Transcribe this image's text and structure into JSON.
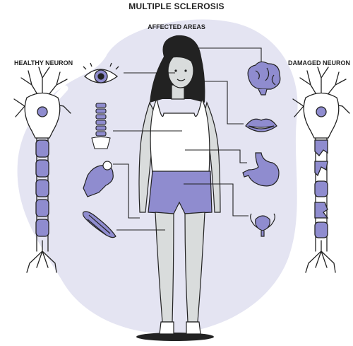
{
  "title": "MULTIPLE SCLEROSIS",
  "subtitle": "AFFECTED AREAS",
  "labels": {
    "healthy_neuron": "HEALTHY NEURON",
    "damaged_neuron": "DAMAGED NEURON"
  },
  "stock_id": "1987181062",
  "colors": {
    "accent": "#8f8ccf",
    "background_blob": "#e4e4f2",
    "skin": "#d9dcdc",
    "outline": "#222222"
  },
  "affected_areas": [
    {
      "name": "brain",
      "icon": "brain-icon"
    },
    {
      "name": "eye",
      "icon": "eye-icon"
    },
    {
      "name": "mouth",
      "icon": "lips-icon"
    },
    {
      "name": "spine",
      "icon": "spine-icon"
    },
    {
      "name": "stomach",
      "icon": "stomach-icon"
    },
    {
      "name": "hand",
      "icon": "hand-icon"
    },
    {
      "name": "bladder",
      "icon": "bladder-icon"
    },
    {
      "name": "muscle",
      "icon": "muscle-icon"
    }
  ]
}
